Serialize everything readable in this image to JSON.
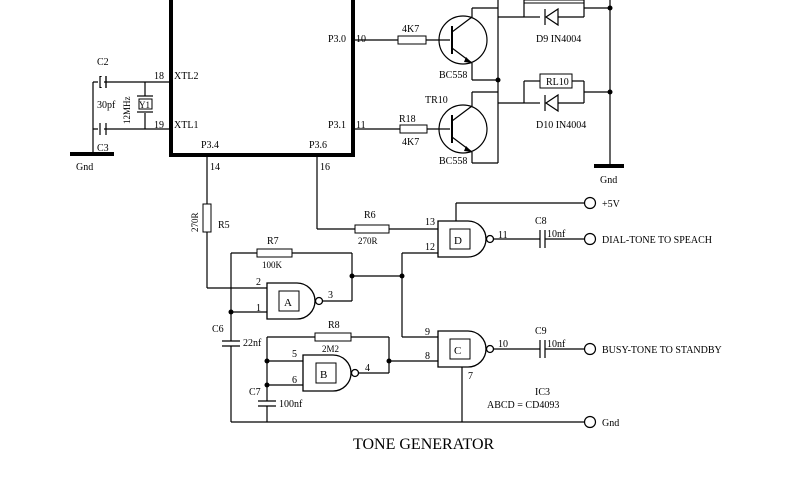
{
  "title": "TONE GENERATOR",
  "mcu": {
    "pins": {
      "xtl2": "XTL2",
      "xtl2_num": "18",
      "xtl1": "XTL1",
      "xtl1_num": "19",
      "p30": "P3.0",
      "p30_num": "10",
      "p31": "P3.1",
      "p31_num": "11",
      "p34": "P3.4",
      "p34_num": "14",
      "p36": "P3.6",
      "p36_num": "16"
    }
  },
  "crystal": {
    "c2": "C2",
    "c3": "C3",
    "cap_value": "30pf",
    "y1": "Y1",
    "freq": "12MHz"
  },
  "gnd_labels": {
    "left": "Gnd",
    "right": "Gnd",
    "out": "Gnd"
  },
  "transistors": {
    "top": {
      "r_value": "4K7",
      "type": "BC558"
    },
    "bottom": {
      "name": "TR10",
      "r_name": "R18",
      "r_value": "4K7",
      "type": "BC558"
    }
  },
  "relays": {
    "top": {
      "diode": "D9 IN4004"
    },
    "bottom": {
      "name": "RL10",
      "diode": "D10 IN4004"
    }
  },
  "resistors": {
    "r5": {
      "name": "R5",
      "value": "270R"
    },
    "r6": {
      "name": "R6",
      "value": "270R"
    },
    "r7": {
      "name": "R7",
      "value": "100K"
    },
    "r8": {
      "name": "R8",
      "value": "2M2"
    }
  },
  "caps": {
    "c6": {
      "name": "C6",
      "value": "22nf"
    },
    "c7": {
      "name": "C7",
      "value": "100nf"
    },
    "c8": {
      "name": "C8",
      "value": "10nf"
    },
    "c9": {
      "name": "C9",
      "value": "10nf"
    }
  },
  "gates": {
    "a": {
      "label": "A",
      "in1": "2",
      "in2": "1",
      "out": "3"
    },
    "b": {
      "label": "B",
      "in1": "5",
      "in2": "6",
      "out": "4"
    },
    "c": {
      "label": "C",
      "in1": "9",
      "in2": "8",
      "out": "10",
      "gnd": "7"
    },
    "d": {
      "label": "D",
      "in1": "13",
      "in2": "12",
      "out": "11"
    }
  },
  "ic": {
    "name": "IC3",
    "desc": "ABCD = CD4093"
  },
  "outputs": {
    "vcc": "+5V",
    "dial": "DIAL-TONE TO SPEACH",
    "busy": "BUSY-TONE TO STANDBY"
  }
}
